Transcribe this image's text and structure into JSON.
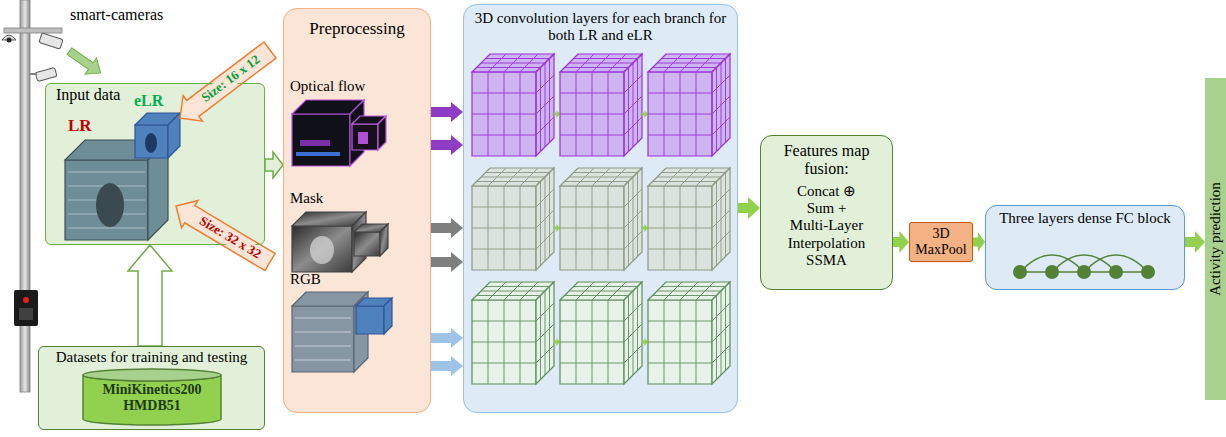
{
  "diagram": {
    "nodes": [
      {
        "text": [
          "Input data"
        ]
      },
      {
        "text": [
          "Datasets for training and testing"
        ]
      },
      {
        "text": [
          "MiniKinetics200 HMDB51"
        ],
        "in": 1
      },
      {
        "text": [
          "Preprocessing"
        ]
      },
      {
        "text": [
          "3D convolution layers for each branch for both LR and eLR"
        ]
      },
      {
        "text": [
          "Features map fusion:",
          "Concat ⊕",
          "Sum +",
          "Multi-Layer Interpolation",
          "SSMA"
        ]
      },
      {
        "text": [
          "3D MaxPool"
        ]
      },
      {
        "text": [
          "Three layers dense FC block"
        ]
      },
      {
        "text": [
          "Activity prediction"
        ]
      }
    ],
    "edges": [
      {
        "from": 1,
        "to": 0,
        "arrow": "to"
      },
      {
        "from": 0,
        "to": 3,
        "arrow": "to"
      },
      {
        "from": 3,
        "to": 4,
        "arrow": "to"
      },
      {
        "from": 3,
        "to": 4,
        "arrow": "to"
      },
      {
        "from": 3,
        "to": 4,
        "arrow": "to"
      },
      {
        "from": 3,
        "to": 4,
        "arrow": "to"
      },
      {
        "from": 3,
        "to": 4,
        "arrow": "to"
      },
      {
        "from": 3,
        "to": 4,
        "arrow": "to"
      },
      {
        "from": 4,
        "to": 5,
        "arrow": "to"
      },
      {
        "from": 5,
        "to": 6,
        "arrow": "to"
      },
      {
        "from": 6,
        "to": 7,
        "arrow": "to"
      },
      {
        "from": 7,
        "to": 8,
        "arrow": "to"
      }
    ],
    "labels": [
      "smart-cameras",
      "LR",
      "eLR",
      "Size: 16 x 12",
      "Size: 32 x 32",
      "Optical flow",
      "Mask",
      "RGB"
    ]
  }
}
